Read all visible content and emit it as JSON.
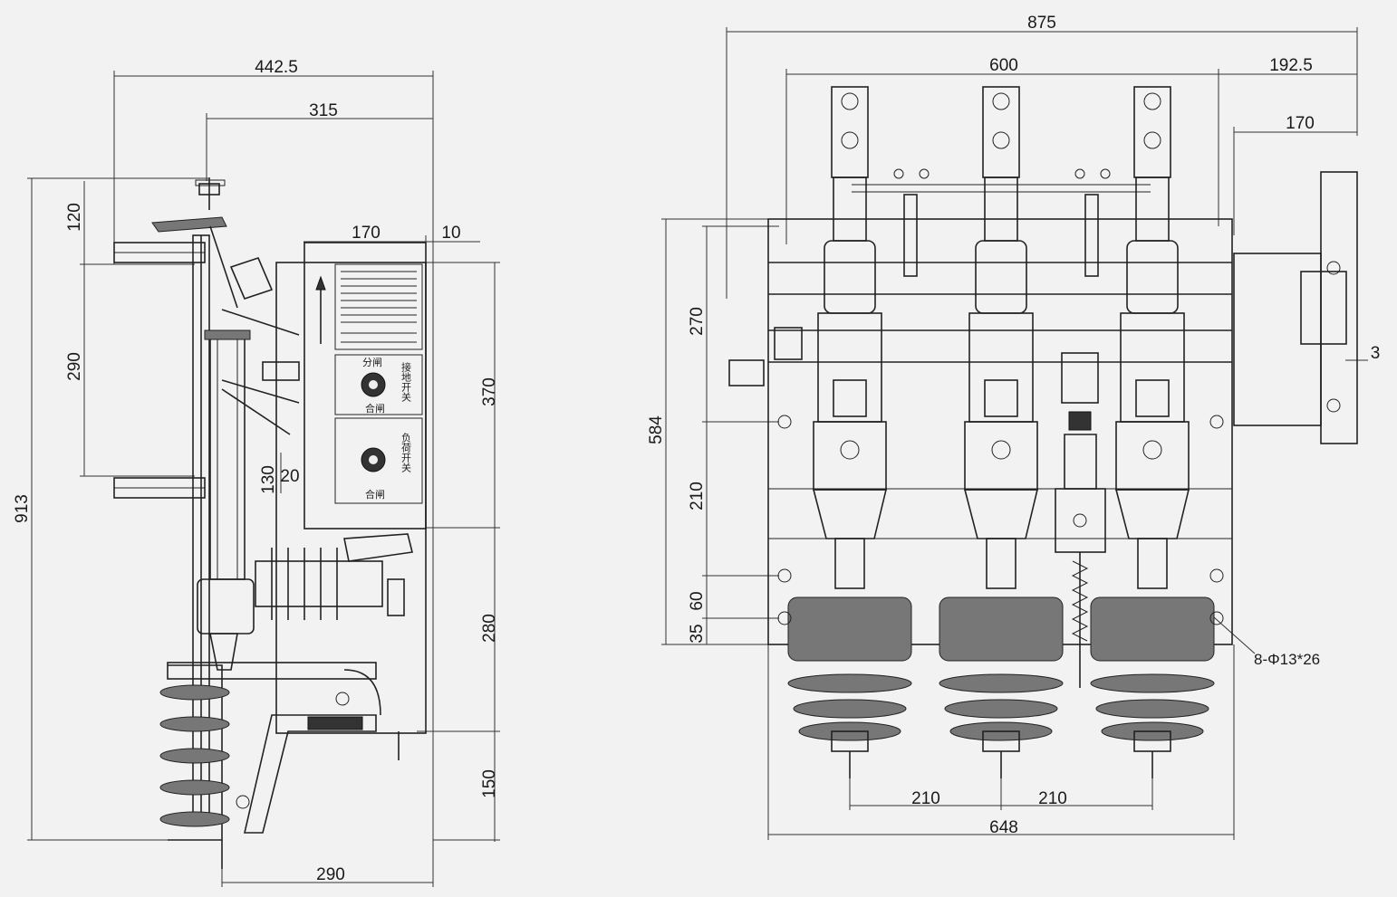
{
  "left_view": {
    "dims": {
      "overall_width": "442.5",
      "width_315": "315",
      "panel_width": "170",
      "panel_offset": "10",
      "height_120": "120",
      "height_290": "290",
      "height_913": "913",
      "height_130": "130",
      "gap_20": "20",
      "height_370": "370",
      "height_280": "280",
      "height_150": "150",
      "bottom_290": "290"
    },
    "panel_labels": {
      "switch1_top": "分闸",
      "switch1_side": "接地开关",
      "switch1_bottom": "合闸",
      "switch2_side": "负荷开关",
      "switch2_bottom": "合闸"
    }
  },
  "right_view": {
    "dims": {
      "overall_width": "875",
      "width_600": "600",
      "right_192": "192.5",
      "right_170": "170",
      "height_270": "270",
      "height_584": "584",
      "height_210": "210",
      "height_60": "60",
      "height_35": "35",
      "offset_3": "3",
      "pitch_1": "210",
      "pitch_2": "210",
      "base_width": "648"
    },
    "hole_label": "8-Φ13*26"
  }
}
